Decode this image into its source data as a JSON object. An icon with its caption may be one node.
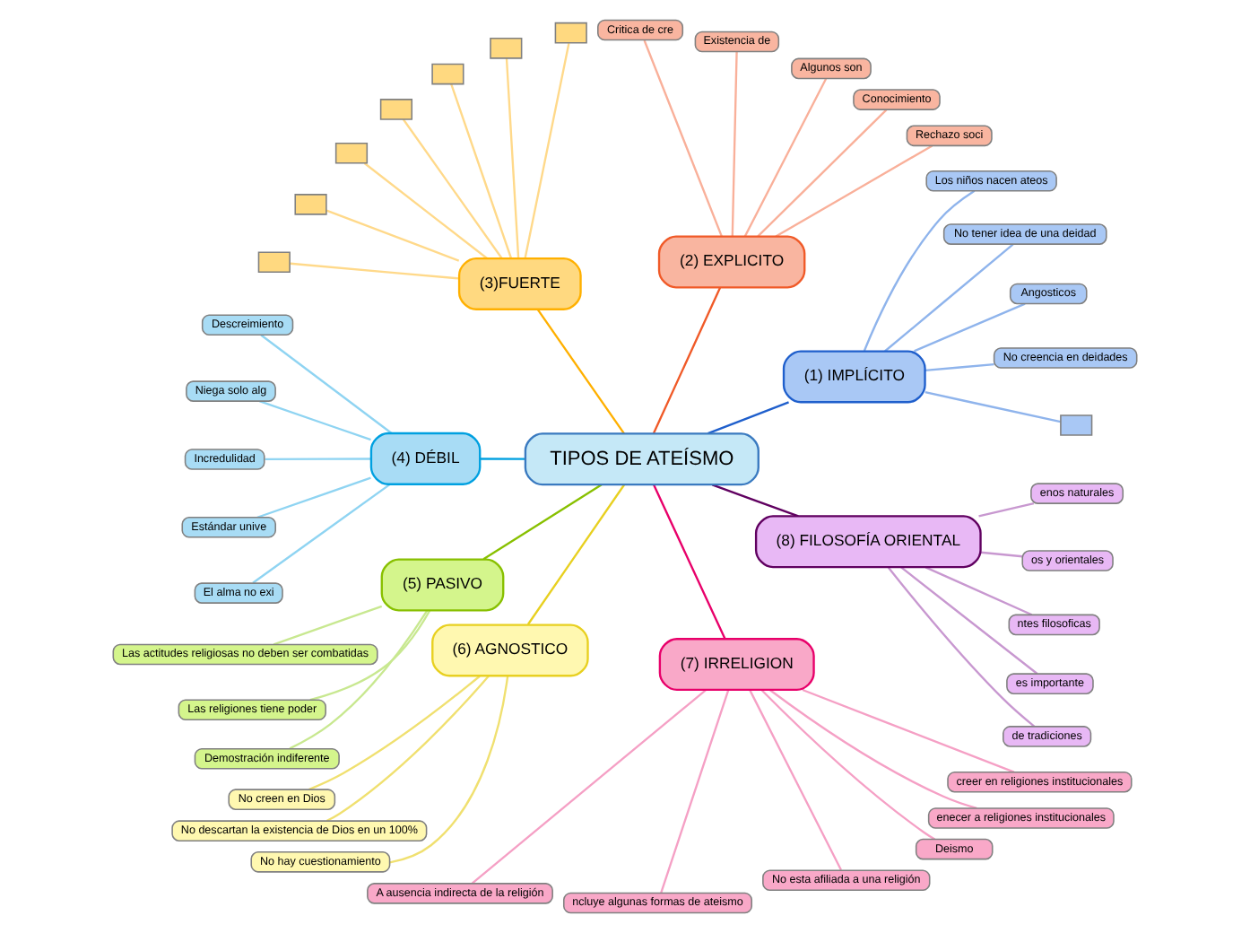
{
  "diagram": {
    "nodes": [
      {
        "text": [
          "TIPOS DE ATEÍSMO"
        ]
      },
      {
        "text": [
          "(1) IMPLÍCITO"
        ]
      },
      {
        "text": [],
        "shape": "box"
      },
      {
        "text": [
          "No creencia en deidades"
        ]
      },
      {
        "text": [
          "Angosticos"
        ]
      },
      {
        "text": [
          "No tener idea de una deidad"
        ]
      },
      {
        "text": [
          "Los niños nacen ateos"
        ]
      },
      {
        "text": [
          "(2) EXPLICITO"
        ]
      },
      {
        "text": [
          "Rechazo soci"
        ]
      },
      {
        "text": [
          "Conocimiento"
        ]
      },
      {
        "text": [
          "Algunos son"
        ]
      },
      {
        "text": [
          "Existencia de"
        ]
      },
      {
        "text": [
          "Critica de cre"
        ]
      },
      {
        "text": [
          "(3)FUERTE"
        ]
      },
      {
        "text": [],
        "shape": "box"
      },
      {
        "text": [],
        "shape": "box"
      },
      {
        "text": [],
        "shape": "box"
      },
      {
        "text": [],
        "shape": "box"
      },
      {
        "text": [],
        "shape": "box"
      },
      {
        "text": [],
        "shape": "box"
      },
      {
        "text": [],
        "shape": "box"
      },
      {
        "text": [
          "(4) DÉBIL"
        ]
      },
      {
        "text": [
          "Descreimiento"
        ]
      },
      {
        "text": [
          "Niega solo alg"
        ]
      },
      {
        "text": [
          "Incredulidad"
        ]
      },
      {
        "text": [
          "Estándar unive"
        ]
      },
      {
        "text": [
          "El alma no exi"
        ]
      },
      {
        "text": [
          "(5) PASIVO"
        ]
      },
      {
        "text": [
          "Las actitudes religiosas no deben ser combatidas"
        ]
      },
      {
        "text": [
          "Las religiones tiene poder"
        ]
      },
      {
        "text": [
          "Demostración indiferente"
        ]
      },
      {
        "text": [
          "(6) AGNOSTICO"
        ]
      },
      {
        "text": [
          "No creen en Dios"
        ]
      },
      {
        "text": [
          "No descartan la existencia de Dios en un 100%"
        ]
      },
      {
        "text": [
          "No hay cuestionamiento"
        ]
      },
      {
        "text": [
          "(7) IRRELIGION"
        ]
      },
      {
        "text": [
          "A ausencia indirecta de la religión"
        ]
      },
      {
        "text": [
          "ncluye algunas formas de ateismo"
        ]
      },
      {
        "text": [
          "No esta afiliada a una religión"
        ]
      },
      {
        "text": [
          "Deismo"
        ]
      },
      {
        "text": [
          "enecer a religiones institucionales"
        ]
      },
      {
        "text": [
          "creer en religiones institucionales"
        ]
      },
      {
        "text": [
          "(8) FILOSOFÍA ORIENTAL"
        ]
      },
      {
        "text": [
          "de tradiciones"
        ]
      },
      {
        "text": [
          "es importante"
        ]
      },
      {
        "text": [
          "ntes filosoficas"
        ]
      },
      {
        "text": [
          "os y orientales"
        ]
      },
      {
        "text": [
          "enos naturales"
        ]
      }
    ],
    "edges": [
      {
        "from": 0,
        "to": 1,
        "arrow": "none",
        "color": "#1f5fcc"
      },
      {
        "from": 1,
        "to": 2,
        "arrow": "none",
        "color": "#8fb4ec"
      },
      {
        "from": 1,
        "to": 3,
        "arrow": "none",
        "color": "#8fb4ec"
      },
      {
        "from": 1,
        "to": 4,
        "arrow": "none",
        "color": "#8fb4ec"
      },
      {
        "from": 1,
        "to": 5,
        "arrow": "none",
        "color": "#8fb4ec"
      },
      {
        "from": 1,
        "to": 6,
        "arrow": "none",
        "color": "#8fb4ec"
      },
      {
        "from": 0,
        "to": 7,
        "arrow": "none",
        "color": "#f05a28"
      },
      {
        "from": 7,
        "to": 8,
        "arrow": "none",
        "color": "#f9b09a"
      },
      {
        "from": 7,
        "to": 9,
        "arrow": "none",
        "color": "#f9b09a"
      },
      {
        "from": 7,
        "to": 10,
        "arrow": "none",
        "color": "#f9b09a"
      },
      {
        "from": 7,
        "to": 11,
        "arrow": "none",
        "color": "#f9b09a"
      },
      {
        "from": 7,
        "to": 12,
        "arrow": "none",
        "color": "#f9b09a"
      },
      {
        "from": 0,
        "to": 13,
        "arrow": "none",
        "color": "#ffb000"
      },
      {
        "from": 13,
        "to": 14,
        "arrow": "none",
        "color": "#ffd98a"
      },
      {
        "from": 13,
        "to": 15,
        "arrow": "none",
        "color": "#ffd98a"
      },
      {
        "from": 13,
        "to": 16,
        "arrow": "none",
        "color": "#ffd98a"
      },
      {
        "from": 13,
        "to": 17,
        "arrow": "none",
        "color": "#ffd98a"
      },
      {
        "from": 13,
        "to": 18,
        "arrow": "none",
        "color": "#ffd98a"
      },
      {
        "from": 13,
        "to": 19,
        "arrow": "none",
        "color": "#ffd98a"
      },
      {
        "from": 13,
        "to": 20,
        "arrow": "none",
        "color": "#ffd98a"
      },
      {
        "from": 0,
        "to": 21,
        "arrow": "none",
        "color": "#00a0e0"
      },
      {
        "from": 21,
        "to": 22,
        "arrow": "none",
        "color": "#8fd4f2"
      },
      {
        "from": 21,
        "to": 23,
        "arrow": "none",
        "color": "#8fd4f2"
      },
      {
        "from": 21,
        "to": 24,
        "arrow": "none",
        "color": "#8fd4f2"
      },
      {
        "from": 21,
        "to": 25,
        "arrow": "none",
        "color": "#8fd4f2"
      },
      {
        "from": 21,
        "to": 26,
        "arrow": "none",
        "color": "#8fd4f2"
      },
      {
        "from": 0,
        "to": 27,
        "arrow": "none",
        "color": "#88c000"
      },
      {
        "from": 27,
        "to": 28,
        "arrow": "none",
        "color": "#c8e890"
      },
      {
        "from": 27,
        "to": 29,
        "arrow": "none",
        "color": "#c8e890"
      },
      {
        "from": 27,
        "to": 30,
        "arrow": "none",
        "color": "#c8e890"
      },
      {
        "from": 0,
        "to": 31,
        "arrow": "none",
        "color": "#e8d020"
      },
      {
        "from": 31,
        "to": 32,
        "arrow": "none",
        "color": "#f0e070"
      },
      {
        "from": 31,
        "to": 33,
        "arrow": "none",
        "color": "#f0e070"
      },
      {
        "from": 31,
        "to": 34,
        "arrow": "none",
        "color": "#f0e070"
      },
      {
        "from": 0,
        "to": 35,
        "arrow": "none",
        "color": "#e8006a"
      },
      {
        "from": 35,
        "to": 36,
        "arrow": "none",
        "color": "#f5a0c5"
      },
      {
        "from": 35,
        "to": 37,
        "arrow": "none",
        "color": "#f5a0c5"
      },
      {
        "from": 35,
        "to": 38,
        "arrow": "none",
        "color": "#f5a0c5"
      },
      {
        "from": 35,
        "to": 39,
        "arrow": "none",
        "color": "#f5a0c5"
      },
      {
        "from": 35,
        "to": 40,
        "arrow": "none",
        "color": "#f5a0c5"
      },
      {
        "from": 35,
        "to": 41,
        "arrow": "none",
        "color": "#f5a0c5"
      },
      {
        "from": 0,
        "to": 42,
        "arrow": "none",
        "color": "#600060"
      },
      {
        "from": 42,
        "to": 43,
        "arrow": "none",
        "color": "#c898d0"
      },
      {
        "from": 42,
        "to": 44,
        "arrow": "none",
        "color": "#c898d0"
      },
      {
        "from": 42,
        "to": 45,
        "arrow": "none",
        "color": "#c898d0"
      },
      {
        "from": 42,
        "to": 46,
        "arrow": "none",
        "color": "#c898d0"
      },
      {
        "from": 42,
        "to": 47,
        "arrow": "none",
        "color": "#c898d0"
      }
    ]
  }
}
